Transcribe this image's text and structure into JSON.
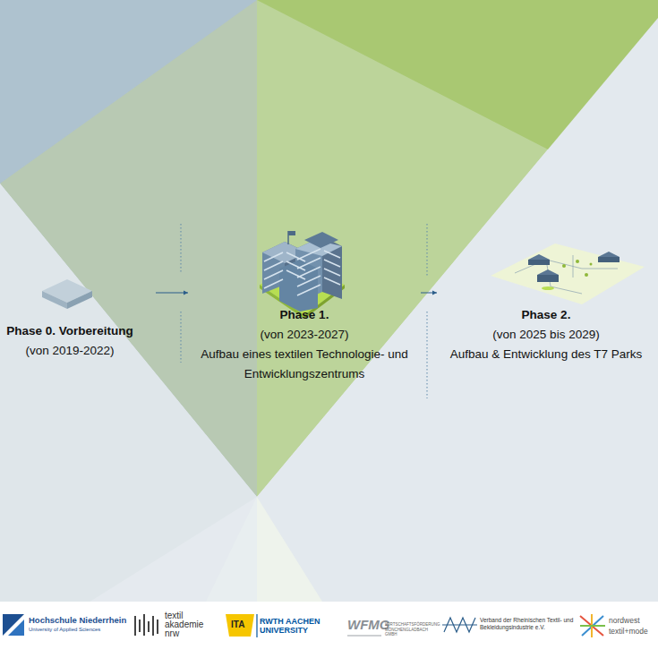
{
  "diagram": {
    "nodes": [
      {
        "text": [
          "Phase 0. Vorbereitung",
          "(von 2019-2022)"
        ]
      },
      {
        "text": [
          "Phase 1.",
          "(von 2023-2027)",
          "Aufbau eines textilen Technologie- und Entwicklungszentrums"
        ]
      },
      {
        "text": [
          "Phase 2.",
          "(von 2025 bis 2029)",
          "Aufbau & Entwicklung des T7 Parks"
        ]
      }
    ],
    "edges": [
      {
        "from": 0,
        "to": 1,
        "arrow": "to"
      },
      {
        "from": 1,
        "to": 2,
        "arrow": "to"
      }
    ],
    "labels": [
      "Hochschule Niederrhein",
      "University of Applied Sciences",
      "textil",
      "akademie",
      "nrw",
      "ITA",
      "RWTH AACHEN UNIVERSITY",
      "WFMG",
      "WIRTSCHAFTSFÖRDERUNG MÖNCHENGLADBACH GMBH",
      "Verband der Rheinischen Textil- und Bekleidungsindustrie e.V.",
      "nordwest",
      "textil+mode"
    ]
  }
}
